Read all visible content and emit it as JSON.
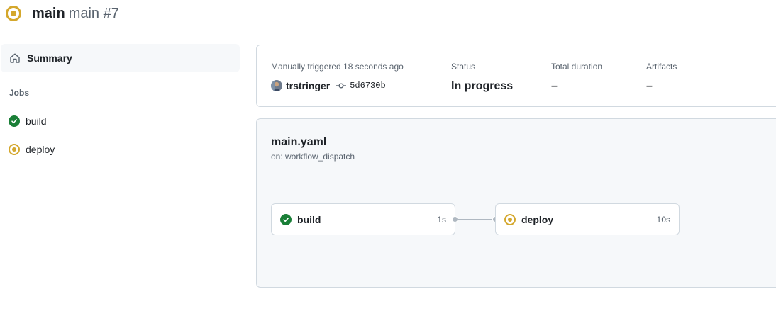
{
  "header": {
    "branch": "main",
    "run_title": "main #7",
    "status_icon": "in-progress-icon",
    "status_color": "#d4a72c"
  },
  "sidebar": {
    "summary_label": "Summary",
    "jobs_label": "Jobs",
    "jobs": [
      {
        "name": "build",
        "status": "success",
        "icon": "check-circle-icon"
      },
      {
        "name": "deploy",
        "status": "in_progress",
        "icon": "in-progress-icon"
      }
    ]
  },
  "summary": {
    "trigger_text": "Manually triggered 18 seconds ago",
    "actor": "trstringer",
    "commit_sha": "5d6730b",
    "status_label": "Status",
    "status_value": "In progress",
    "duration_label": "Total duration",
    "duration_value": "–",
    "artifacts_label": "Artifacts",
    "artifacts_value": "–"
  },
  "workflow": {
    "file_name": "main.yaml",
    "trigger": "on: workflow_dispatch",
    "jobs": [
      {
        "name": "build",
        "duration": "1s",
        "status": "success"
      },
      {
        "name": "deploy",
        "duration": "10s",
        "status": "in_progress"
      }
    ]
  },
  "colors": {
    "success": "#1a7f37",
    "in_progress": "#d4a72c",
    "border": "#d1d9e0",
    "muted_text": "#59636e"
  }
}
